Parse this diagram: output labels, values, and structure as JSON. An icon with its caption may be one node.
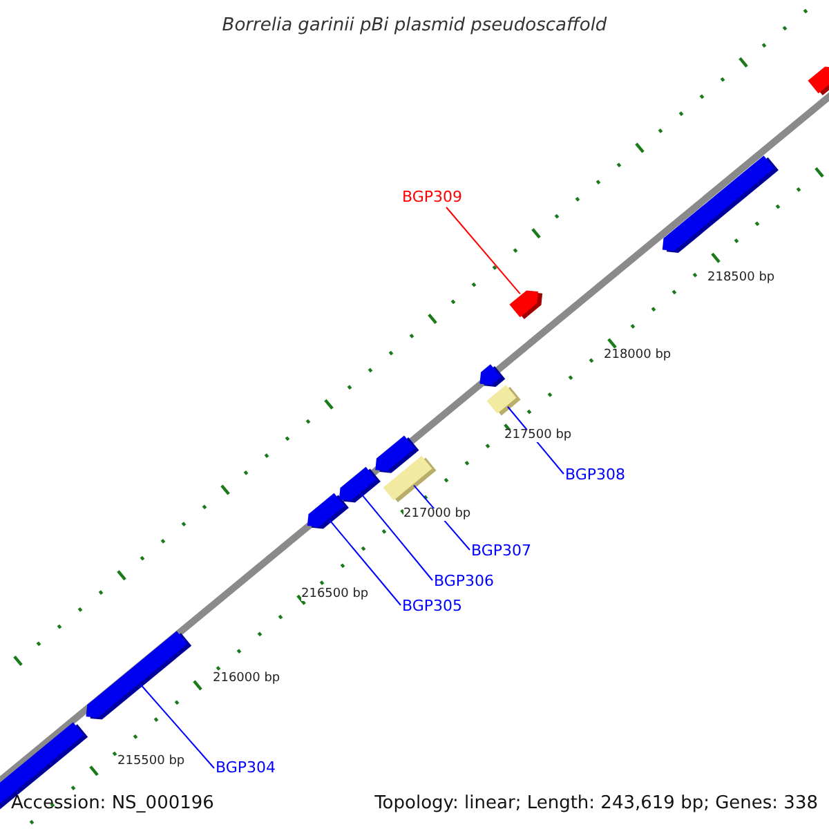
{
  "diagram": {
    "title": "Borrelia garinii pBi plasmid pseudoscaffold",
    "nodes": [
      {
        "text": [],
        "shape": "arrow"
      },
      {
        "text": [],
        "shape": "arrow"
      },
      {
        "text": [],
        "shape": "arrow"
      },
      {
        "text": [],
        "shape": "arrow"
      },
      {
        "text": [],
        "shape": "arrow"
      },
      {
        "text": [],
        "shape": "box"
      },
      {
        "text": [],
        "shape": "arrow"
      },
      {
        "text": [],
        "shape": "box"
      },
      {
        "text": [],
        "shape": "arrow"
      },
      {
        "text": [],
        "shape": "arrow"
      },
      {
        "text": [],
        "shape": "arrow"
      },
      {
        "text": [
          "BGP309"
        ]
      },
      {
        "text": [
          "BGP308"
        ]
      },
      {
        "text": [
          "BGP307"
        ]
      },
      {
        "text": [
          "BGP306"
        ]
      },
      {
        "text": [
          "BGP305"
        ]
      },
      {
        "text": [
          "BGP304"
        ]
      }
    ],
    "edges": [
      {
        "from": 11,
        "to": 8,
        "arrow": "none",
        "color": "#ff0000"
      },
      {
        "from": 12,
        "to": 7,
        "arrow": "none"
      },
      {
        "from": 13,
        "to": 5,
        "arrow": "none"
      },
      {
        "from": 14,
        "to": 3,
        "arrow": "none"
      },
      {
        "from": 15,
        "to": 2,
        "arrow": "none"
      },
      {
        "from": 16,
        "to": 1,
        "arrow": "none"
      }
    ],
    "labels": [
      "218500 bp",
      "218000 bp",
      "217500 bp",
      "217000 bp",
      "216500 bp",
      "216000 bp",
      "215500 bp",
      "Accession: NS_000196",
      "Topology: linear; Length: 243,619 bp; Genes: 338"
    ]
  }
}
